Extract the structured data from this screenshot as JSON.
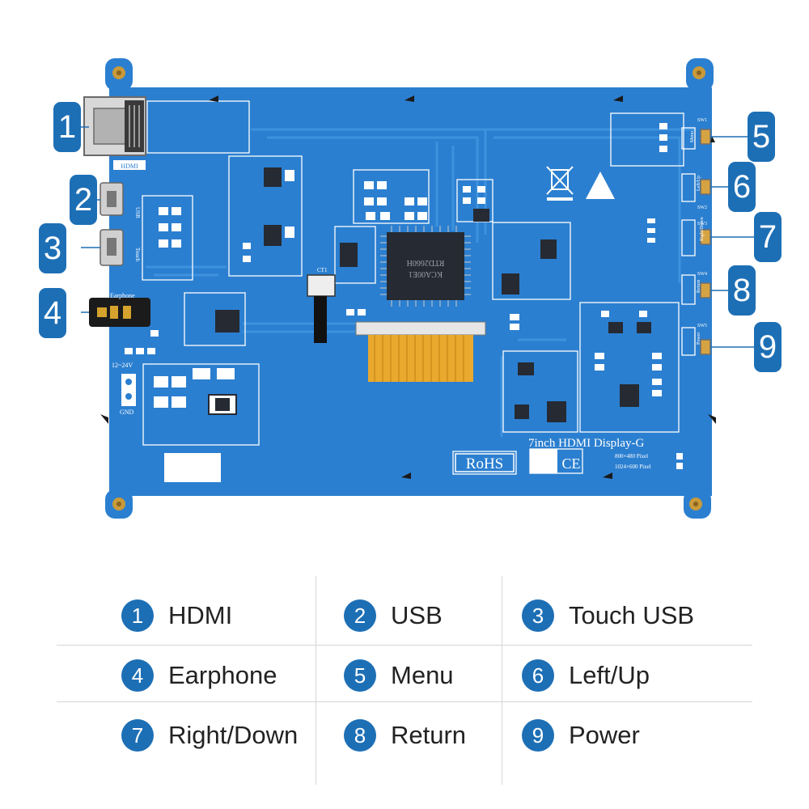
{
  "board": {
    "silkscreen": {
      "product": "7inch HDMI Display-G",
      "res1": "800×480 Pixel",
      "res2": "1024×600 Pixel",
      "rohs": "RoHS",
      "ce": "CE",
      "earphone": "Earphone",
      "power_in": "12~24V",
      "gnd": "GND",
      "hdmi": "HDMI",
      "usb": "USB",
      "touch": "Touch",
      "chip_main": "RTD2660H",
      "chip_sub": "KCA00E1",
      "btn_menu": "Menu",
      "btn_left": "Left/Up",
      "btn_right": "Right/Down",
      "btn_return": "Return",
      "btn_power": "Power",
      "sw1": "SW1",
      "sw2": "SW2",
      "sw3": "SW3",
      "sw4": "SW4",
      "sw5": "SW5"
    },
    "colors": {
      "pcb": "#2b7fd0",
      "callout": "#1d6fb5",
      "ribbon": "#e8a92e"
    }
  },
  "callouts": [
    "1",
    "2",
    "3",
    "4",
    "5",
    "6",
    "7",
    "8",
    "9"
  ],
  "legend": [
    {
      "num": "1",
      "label": "HDMI"
    },
    {
      "num": "2",
      "label": "USB"
    },
    {
      "num": "3",
      "label": "Touch USB"
    },
    {
      "num": "4",
      "label": "Earphone"
    },
    {
      "num": "5",
      "label": "Menu"
    },
    {
      "num": "6",
      "label": "Left/Up"
    },
    {
      "num": "7",
      "label": "Right/Down"
    },
    {
      "num": "8",
      "label": "Return"
    },
    {
      "num": "9",
      "label": "Power"
    }
  ]
}
